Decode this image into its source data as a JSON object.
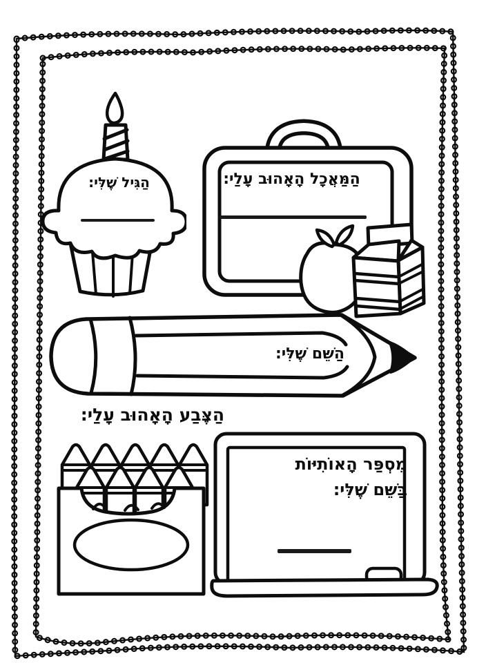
{
  "colors": {
    "ink": "#0d0d0d",
    "paper": "#ffffff"
  },
  "sections": {
    "age": {
      "label": "הַגִּיל שֶׁלִּי:",
      "icon": "birthday-cupcake-icon"
    },
    "favorite_food": {
      "label": "הַמַּאֲכָל הָאָהוּב עָלַי:",
      "icon": "lunchbox-icon"
    },
    "name": {
      "label": "הַשֵּׁם שֶׁלִּי:",
      "icon": "pencil-icon"
    },
    "favorite_color": {
      "label": "הַצֶּבַע הָאָהוּב עָלַי:",
      "icon": "crayon-box-icon"
    },
    "name_letter_count": {
      "label_line1": "מִסְפַּר הָאוֹתִיּוֹת",
      "label_line2": "בַּשֵּׁם שֶׁלִּי:",
      "icon": "chalkboard-icon"
    }
  }
}
